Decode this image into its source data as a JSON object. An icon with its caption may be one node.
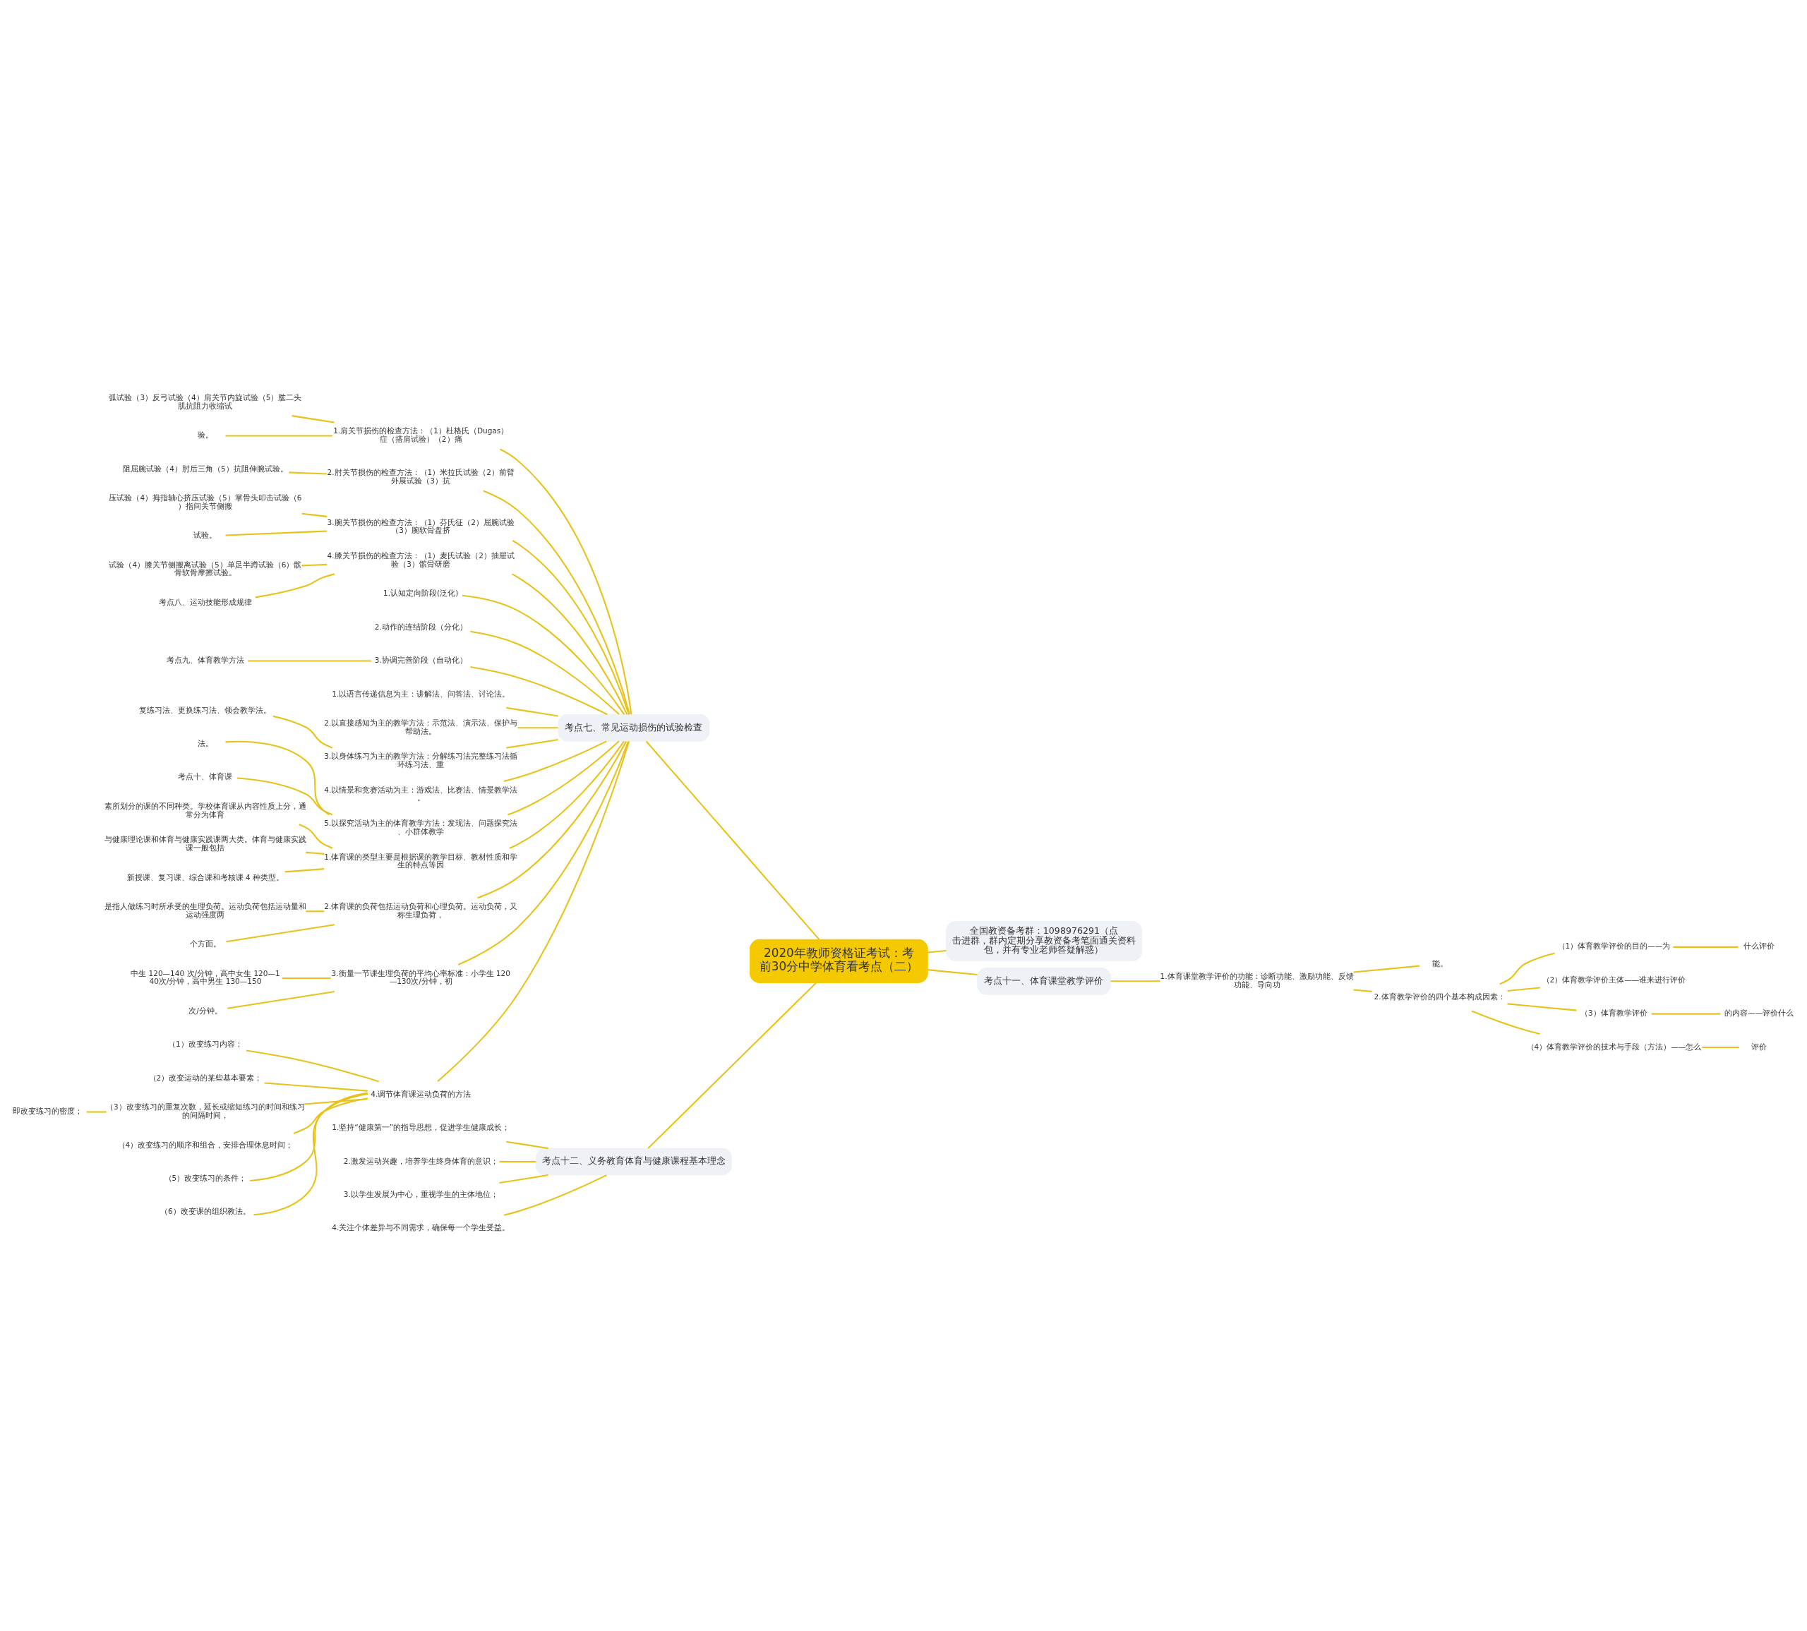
{
  "diagram": {
    "nodes": [
      {
        "text": [
          "2020年教师资格证考试：考前30分中学体育看考点（二）"
        ]
      },
      {
        "text": [
          "考点七、常见运动损伤的试验检查"
        ]
      },
      {
        "text": [
          "1.肩关节损伤的检查方法：（1）杜格氏（Dugas）症（搭肩试验）（2）痛"
        ]
      },
      {
        "text": [
          "弧试验（3）反弓试验（4）肩关节内旋试验（5）肱二头肌抗阻力收缩试"
        ]
      },
      {
        "text": [
          "验。"
        ]
      },
      {
        "text": [
          "2.肘关节损伤的检查方法：（1）米拉氏试验（2）前臂外展试验（3）抗"
        ]
      },
      {
        "text": [
          "阻屈腕试验（4）肘后三角（5）抗阻伸腕试验。"
        ]
      },
      {
        "text": [
          "3.腕关节损伤的检查方法：（1）芬氏征（2）屈腕试验（3）腕软骨盘挤"
        ]
      },
      {
        "text": [
          "压试验（4）拇指轴心挤压试验（5）掌骨头叩击试验（6）指间关节侧搬"
        ]
      },
      {
        "text": [
          "试验。"
        ]
      },
      {
        "text": [
          "4.膝关节损伤的检查方法：（1）麦氏试验（2）抽屉试验（3）髌骨研磨"
        ]
      },
      {
        "text": [
          "试验（4）膝关节侧搬离试验（5）单足半蹲试验（6）髌骨软骨摩擦试验。"
        ]
      },
      {
        "text": [
          "考点八、运动技能形成规律"
        ]
      },
      {
        "text": [
          "1.认知定向阶段(泛化)"
        ]
      },
      {
        "text": [
          "2.动作的连结阶段（分化）"
        ]
      },
      {
        "text": [
          "3.协调完善阶段（自动化）"
        ]
      },
      {
        "text": [
          "考点九、体育教学方法"
        ]
      },
      {
        "text": [
          "1.以语言传递信息为主：讲解法、问答法、讨论法。"
        ]
      },
      {
        "text": [
          "2.以直接感知为主的教学方法：示范法、演示法、保护与帮助法。"
        ]
      },
      {
        "text": [
          "3.以身体练习为主的教学方法：分解练习法完整练习法循环练习法、重"
        ]
      },
      {
        "text": [
          "复练习法、更换练习法、领会教学法。"
        ]
      },
      {
        "text": [
          "4.以情景和竞赛活动为主：游戏法、比赛法、情景教学法。"
        ]
      },
      {
        "text": [
          "5.以探究活动为主的体育教学方法：发现法、问题探究法、小群体教学"
        ]
      },
      {
        "text": [
          "法。"
        ]
      },
      {
        "text": [
          "考点十、体育课"
        ]
      },
      {
        "text": [
          "1.体育课的类型主要是根据课的教学目标、教材性质和学生的特点等因"
        ]
      },
      {
        "text": [
          "素所划分的课的不同种类。学校体育课从内容性质上分，通常分为体育"
        ]
      },
      {
        "text": [
          "与健康理论课和体育与健康实践课两大类。体育与健康实践课一般包括"
        ]
      },
      {
        "text": [
          "新授课、复习课、综合课和考核课 4 种类型。"
        ]
      },
      {
        "text": [
          "2.体育课的负荷包括运动负荷和心理负荷。运动负荷，又称生理负荷，"
        ]
      },
      {
        "text": [
          "是指人做练习时所承受的生理负荷。运动负荷包括运动量和运动强度两"
        ]
      },
      {
        "text": [
          "个方面。"
        ]
      },
      {
        "text": [
          "3.衡量一节课生理负荷的平均心率标准：小学生 120—130次/分钟，初"
        ]
      },
      {
        "text": [
          "中生 120—140 次/分钟，高中女生 120—140次/分钟，高中男生 130—150"
        ]
      },
      {
        "text": [
          "次/分钟。"
        ]
      },
      {
        "text": [
          "4.调节体育课运动负荷的方法"
        ]
      },
      {
        "text": [
          "（1）改变练习内容；"
        ]
      },
      {
        "text": [
          "（2）改变运动的某些基本要素；"
        ]
      },
      {
        "text": [
          "（3）改变练习的重复次数，延长或缩短练习的时间和练习的间隔时间，"
        ]
      },
      {
        "text": [
          "即改变练习的密度；"
        ]
      },
      {
        "text": [
          "（4）改变练习的顺序和组合，安排合理休息时间；"
        ]
      },
      {
        "text": [
          "（5）改变练习的条件；"
        ]
      },
      {
        "text": [
          "（6）改变课的组织教法。"
        ]
      },
      {
        "text": [
          "考点十二、义务教育体育与健康课程基本理念"
        ]
      },
      {
        "text": [
          "1.坚持“健康第一”的指导思想，促进学生健康成长；"
        ]
      },
      {
        "text": [
          "2.激发运动兴趣，培养学生终身体育的意识；"
        ]
      },
      {
        "text": [
          "3.以学生发展为中心，重视学生的主体地位；"
        ]
      },
      {
        "text": [
          "4.关注个体差异与不同需求，确保每一个学生受益。"
        ]
      },
      {
        "text": [
          "全国教资备考群：1098976291（点击进群，群内定期分享教资备考笔面通关资料包，并有专业老师答疑解惑）"
        ]
      },
      {
        "text": [
          "考点十一、体育课堂教学评价"
        ]
      },
      {
        "text": [
          "1.体育课堂教学评价的功能：诊断功能、激励功能、反馈功能、导向功"
        ]
      },
      {
        "text": [
          "能。"
        ]
      },
      {
        "text": [
          "2.体育教学评价的四个基本构成因素："
        ]
      },
      {
        "text": [
          "（1）体育教学评价的目的——为"
        ]
      },
      {
        "text": [
          "什么评价"
        ]
      },
      {
        "text": [
          "（2）体育教学评价主体——谁来进行评价"
        ]
      },
      {
        "text": [
          "（3）体育教学评价"
        ]
      },
      {
        "text": [
          "的内容——评价什么"
        ]
      },
      {
        "text": [
          "（4）体育教学评价的技术与手段（方法）——怎么"
        ]
      },
      {
        "text": [
          "评价"
        ]
      }
    ],
    "edges": [
      {
        "from": 0,
        "to": 1,
        "arrow": "none"
      },
      {
        "from": 1,
        "to": 2,
        "arrow": "none"
      },
      {
        "from": 2,
        "to": 3,
        "arrow": "none"
      },
      {
        "from": 2,
        "to": 4,
        "arrow": "none"
      },
      {
        "from": 1,
        "to": 5,
        "arrow": "none"
      },
      {
        "from": 5,
        "to": 6,
        "arrow": "none"
      },
      {
        "from": 1,
        "to": 7,
        "arrow": "none"
      },
      {
        "from": 7,
        "to": 8,
        "arrow": "none"
      },
      {
        "from": 7,
        "to": 9,
        "arrow": "none"
      },
      {
        "from": 1,
        "to": 10,
        "arrow": "none"
      },
      {
        "from": 10,
        "to": 11,
        "arrow": "none"
      },
      {
        "from": 10,
        "to": 12,
        "arrow": "none"
      },
      {
        "from": 1,
        "to": 13,
        "arrow": "none"
      },
      {
        "from": 1,
        "to": 14,
        "arrow": "none"
      },
      {
        "from": 1,
        "to": 15,
        "arrow": "none"
      },
      {
        "from": 15,
        "to": 16,
        "arrow": "none"
      },
      {
        "from": 1,
        "to": 17,
        "arrow": "none"
      },
      {
        "from": 1,
        "to": 18,
        "arrow": "none"
      },
      {
        "from": 1,
        "to": 19,
        "arrow": "none"
      },
      {
        "from": 19,
        "to": 20,
        "arrow": "none"
      },
      {
        "from": 1,
        "to": 21,
        "arrow": "none"
      },
      {
        "from": 1,
        "to": 22,
        "arrow": "none"
      },
      {
        "from": 22,
        "to": 23,
        "arrow": "none"
      },
      {
        "from": 22,
        "to": 24,
        "arrow": "none"
      },
      {
        "from": 1,
        "to": 25,
        "arrow": "none"
      },
      {
        "from": 25,
        "to": 26,
        "arrow": "none"
      },
      {
        "from": 25,
        "to": 27,
        "arrow": "none"
      },
      {
        "from": 25,
        "to": 28,
        "arrow": "none"
      },
      {
        "from": 1,
        "to": 29,
        "arrow": "none"
      },
      {
        "from": 29,
        "to": 30,
        "arrow": "none"
      },
      {
        "from": 29,
        "to": 31,
        "arrow": "none"
      },
      {
        "from": 1,
        "to": 32,
        "arrow": "none"
      },
      {
        "from": 32,
        "to": 33,
        "arrow": "none"
      },
      {
        "from": 32,
        "to": 34,
        "arrow": "none"
      },
      {
        "from": 1,
        "to": 35,
        "arrow": "none"
      },
      {
        "from": 35,
        "to": 36,
        "arrow": "none"
      },
      {
        "from": 35,
        "to": 37,
        "arrow": "none"
      },
      {
        "from": 35,
        "to": 38,
        "arrow": "none"
      },
      {
        "from": 38,
        "to": 39,
        "arrow": "none"
      },
      {
        "from": 35,
        "to": 40,
        "arrow": "none"
      },
      {
        "from": 35,
        "to": 41,
        "arrow": "none"
      },
      {
        "from": 35,
        "to": 42,
        "arrow": "none"
      },
      {
        "from": 0,
        "to": 43,
        "arrow": "none"
      },
      {
        "from": 43,
        "to": 44,
        "arrow": "none"
      },
      {
        "from": 43,
        "to": 45,
        "arrow": "none"
      },
      {
        "from": 43,
        "to": 46,
        "arrow": "none"
      },
      {
        "from": 43,
        "to": 47,
        "arrow": "none"
      },
      {
        "from": 0,
        "to": 48,
        "arrow": "none"
      },
      {
        "from": 0,
        "to": 49,
        "arrow": "none"
      },
      {
        "from": 49,
        "to": 50,
        "arrow": "none"
      },
      {
        "from": 50,
        "to": 51,
        "arrow": "none"
      },
      {
        "from": 50,
        "to": 52,
        "arrow": "none"
      },
      {
        "from": 52,
        "to": 53,
        "arrow": "none"
      },
      {
        "from": 53,
        "to": 54,
        "arrow": "none"
      },
      {
        "from": 52,
        "to": 55,
        "arrow": "none"
      },
      {
        "from": 52,
        "to": 56,
        "arrow": "none"
      },
      {
        "from": 56,
        "to": 57,
        "arrow": "none"
      },
      {
        "from": 52,
        "to": 58,
        "arrow": "none"
      },
      {
        "from": 58,
        "to": 59,
        "arrow": "none"
      }
    ]
  }
}
